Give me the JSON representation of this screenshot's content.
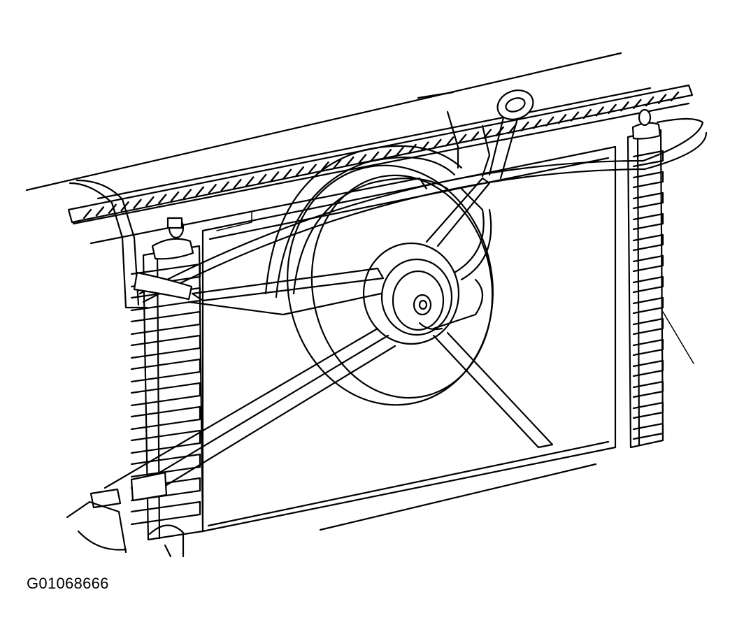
{
  "figure": {
    "id_label": "G01068666"
  },
  "diagram": {
    "subject": "radiator-cooling-fan-assembly",
    "style": "black line art on white"
  }
}
